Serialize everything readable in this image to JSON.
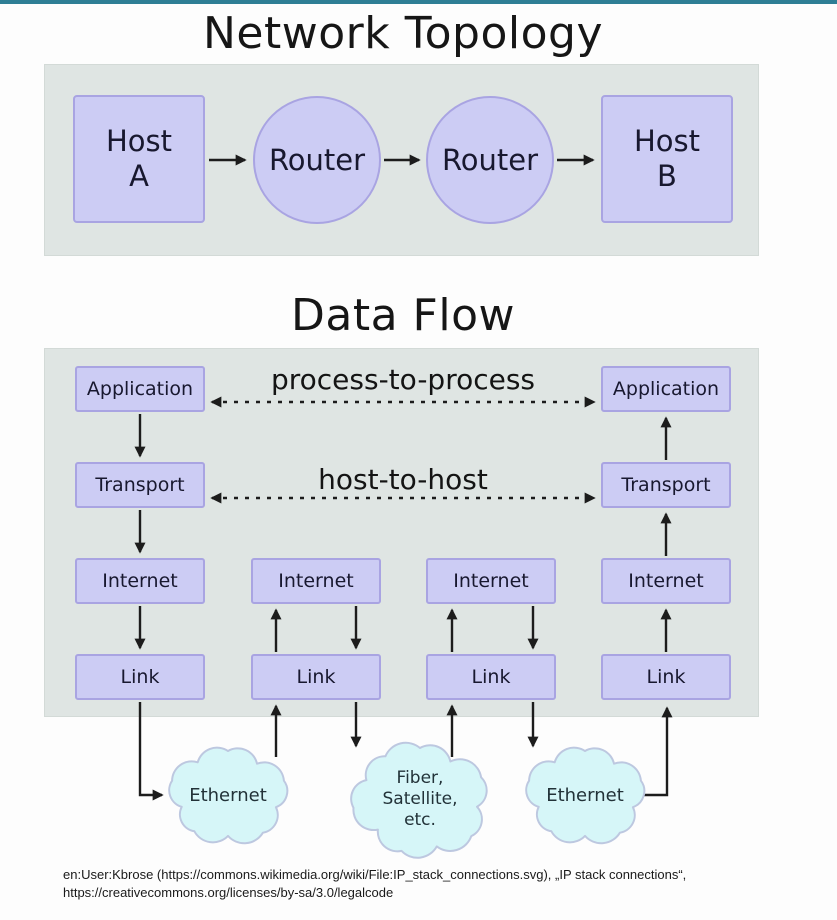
{
  "topology": {
    "title": "Network Topology",
    "host_a": "Host\nA",
    "router_left": "Router",
    "router_right": "Router",
    "host_b": "Host\nB"
  },
  "dataflow": {
    "title": "Data Flow",
    "process_label": "process-to-process",
    "host_label": "host-to-host",
    "left_stack": [
      "Application",
      "Transport",
      "Internet",
      "Link"
    ],
    "router1_stack": [
      "Internet",
      "Link"
    ],
    "router2_stack": [
      "Internet",
      "Link"
    ],
    "right_stack": [
      "Application",
      "Transport",
      "Internet",
      "Link"
    ]
  },
  "clouds": {
    "left": "Ethernet",
    "middle": "Fiber,\nSatellite,\netc.",
    "right": "Ethernet"
  },
  "attribution": {
    "line1": "en:User:Kbrose (https://commons.wikimedia.org/wiki/File:IP_stack_connections.svg), „IP stack connections“,",
    "line2": "https://creativecommons.org/licenses/by-sa/3.0/legalcode"
  },
  "colors": {
    "accent_bar": "#2e7e95",
    "panel_bg": "#dfe5e3",
    "node_fill": "#ccccf4",
    "node_border": "#a9a4e2",
    "cloud_fill": "#d6f6f8",
    "cloud_border": "#bdc8e0",
    "arrow": "#1c1c1c"
  }
}
